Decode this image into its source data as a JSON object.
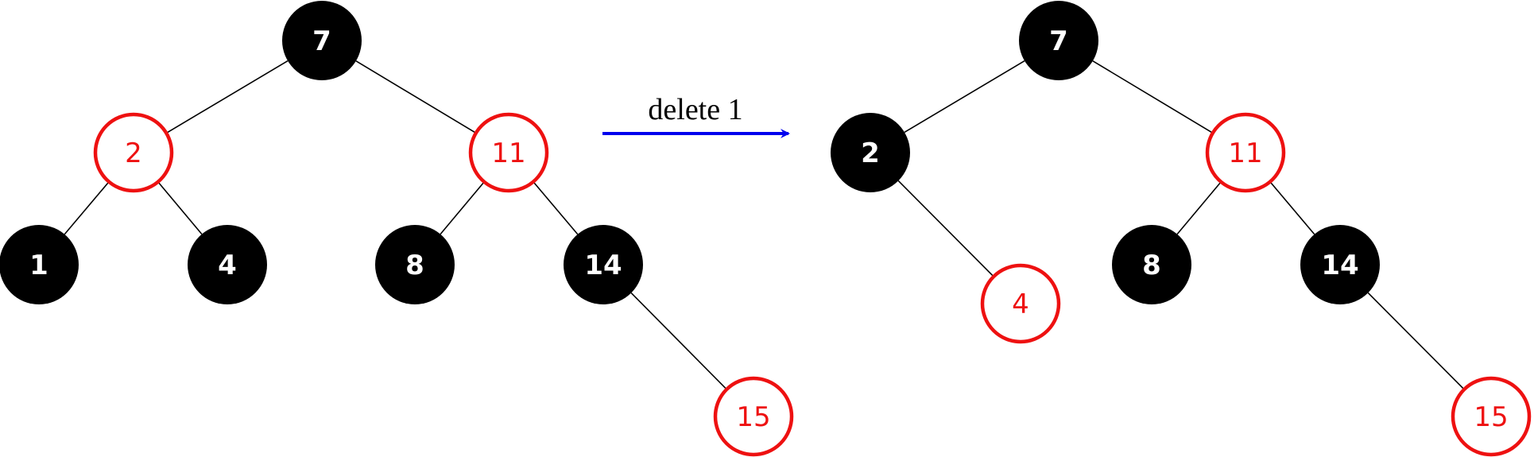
{
  "operation": {
    "label": "delete 1",
    "arrow_color": "#0000ee"
  },
  "colors": {
    "black_node": "#000000",
    "red_node": "#ee1111",
    "edge": "#000000"
  },
  "trees": [
    {
      "name": "before",
      "nodes": [
        {
          "id": "b7",
          "key": "7",
          "color": "black"
        },
        {
          "id": "b2",
          "key": "2",
          "color": "red"
        },
        {
          "id": "b11",
          "key": "11",
          "color": "red"
        },
        {
          "id": "b1",
          "key": "1",
          "color": "black"
        },
        {
          "id": "b4",
          "key": "4",
          "color": "black"
        },
        {
          "id": "b8",
          "key": "8",
          "color": "black"
        },
        {
          "id": "b14",
          "key": "14",
          "color": "black"
        },
        {
          "id": "b15",
          "key": "15",
          "color": "red"
        }
      ],
      "edges": [
        [
          "b7",
          "b2"
        ],
        [
          "b7",
          "b11"
        ],
        [
          "b2",
          "b1"
        ],
        [
          "b2",
          "b4"
        ],
        [
          "b11",
          "b8"
        ],
        [
          "b11",
          "b14"
        ],
        [
          "b14",
          "b15"
        ]
      ]
    },
    {
      "name": "after",
      "nodes": [
        {
          "id": "a7",
          "key": "7",
          "color": "black"
        },
        {
          "id": "a2",
          "key": "2",
          "color": "black"
        },
        {
          "id": "a11",
          "key": "11",
          "color": "red"
        },
        {
          "id": "a4",
          "key": "4",
          "color": "red"
        },
        {
          "id": "a8",
          "key": "8",
          "color": "black"
        },
        {
          "id": "a14",
          "key": "14",
          "color": "black"
        },
        {
          "id": "a15",
          "key": "15",
          "color": "red"
        }
      ],
      "edges": [
        [
          "a7",
          "a2"
        ],
        [
          "a7",
          "a11"
        ],
        [
          "a2",
          "a4"
        ],
        [
          "a11",
          "a8"
        ],
        [
          "a11",
          "a14"
        ],
        [
          "a14",
          "a15"
        ]
      ]
    }
  ]
}
